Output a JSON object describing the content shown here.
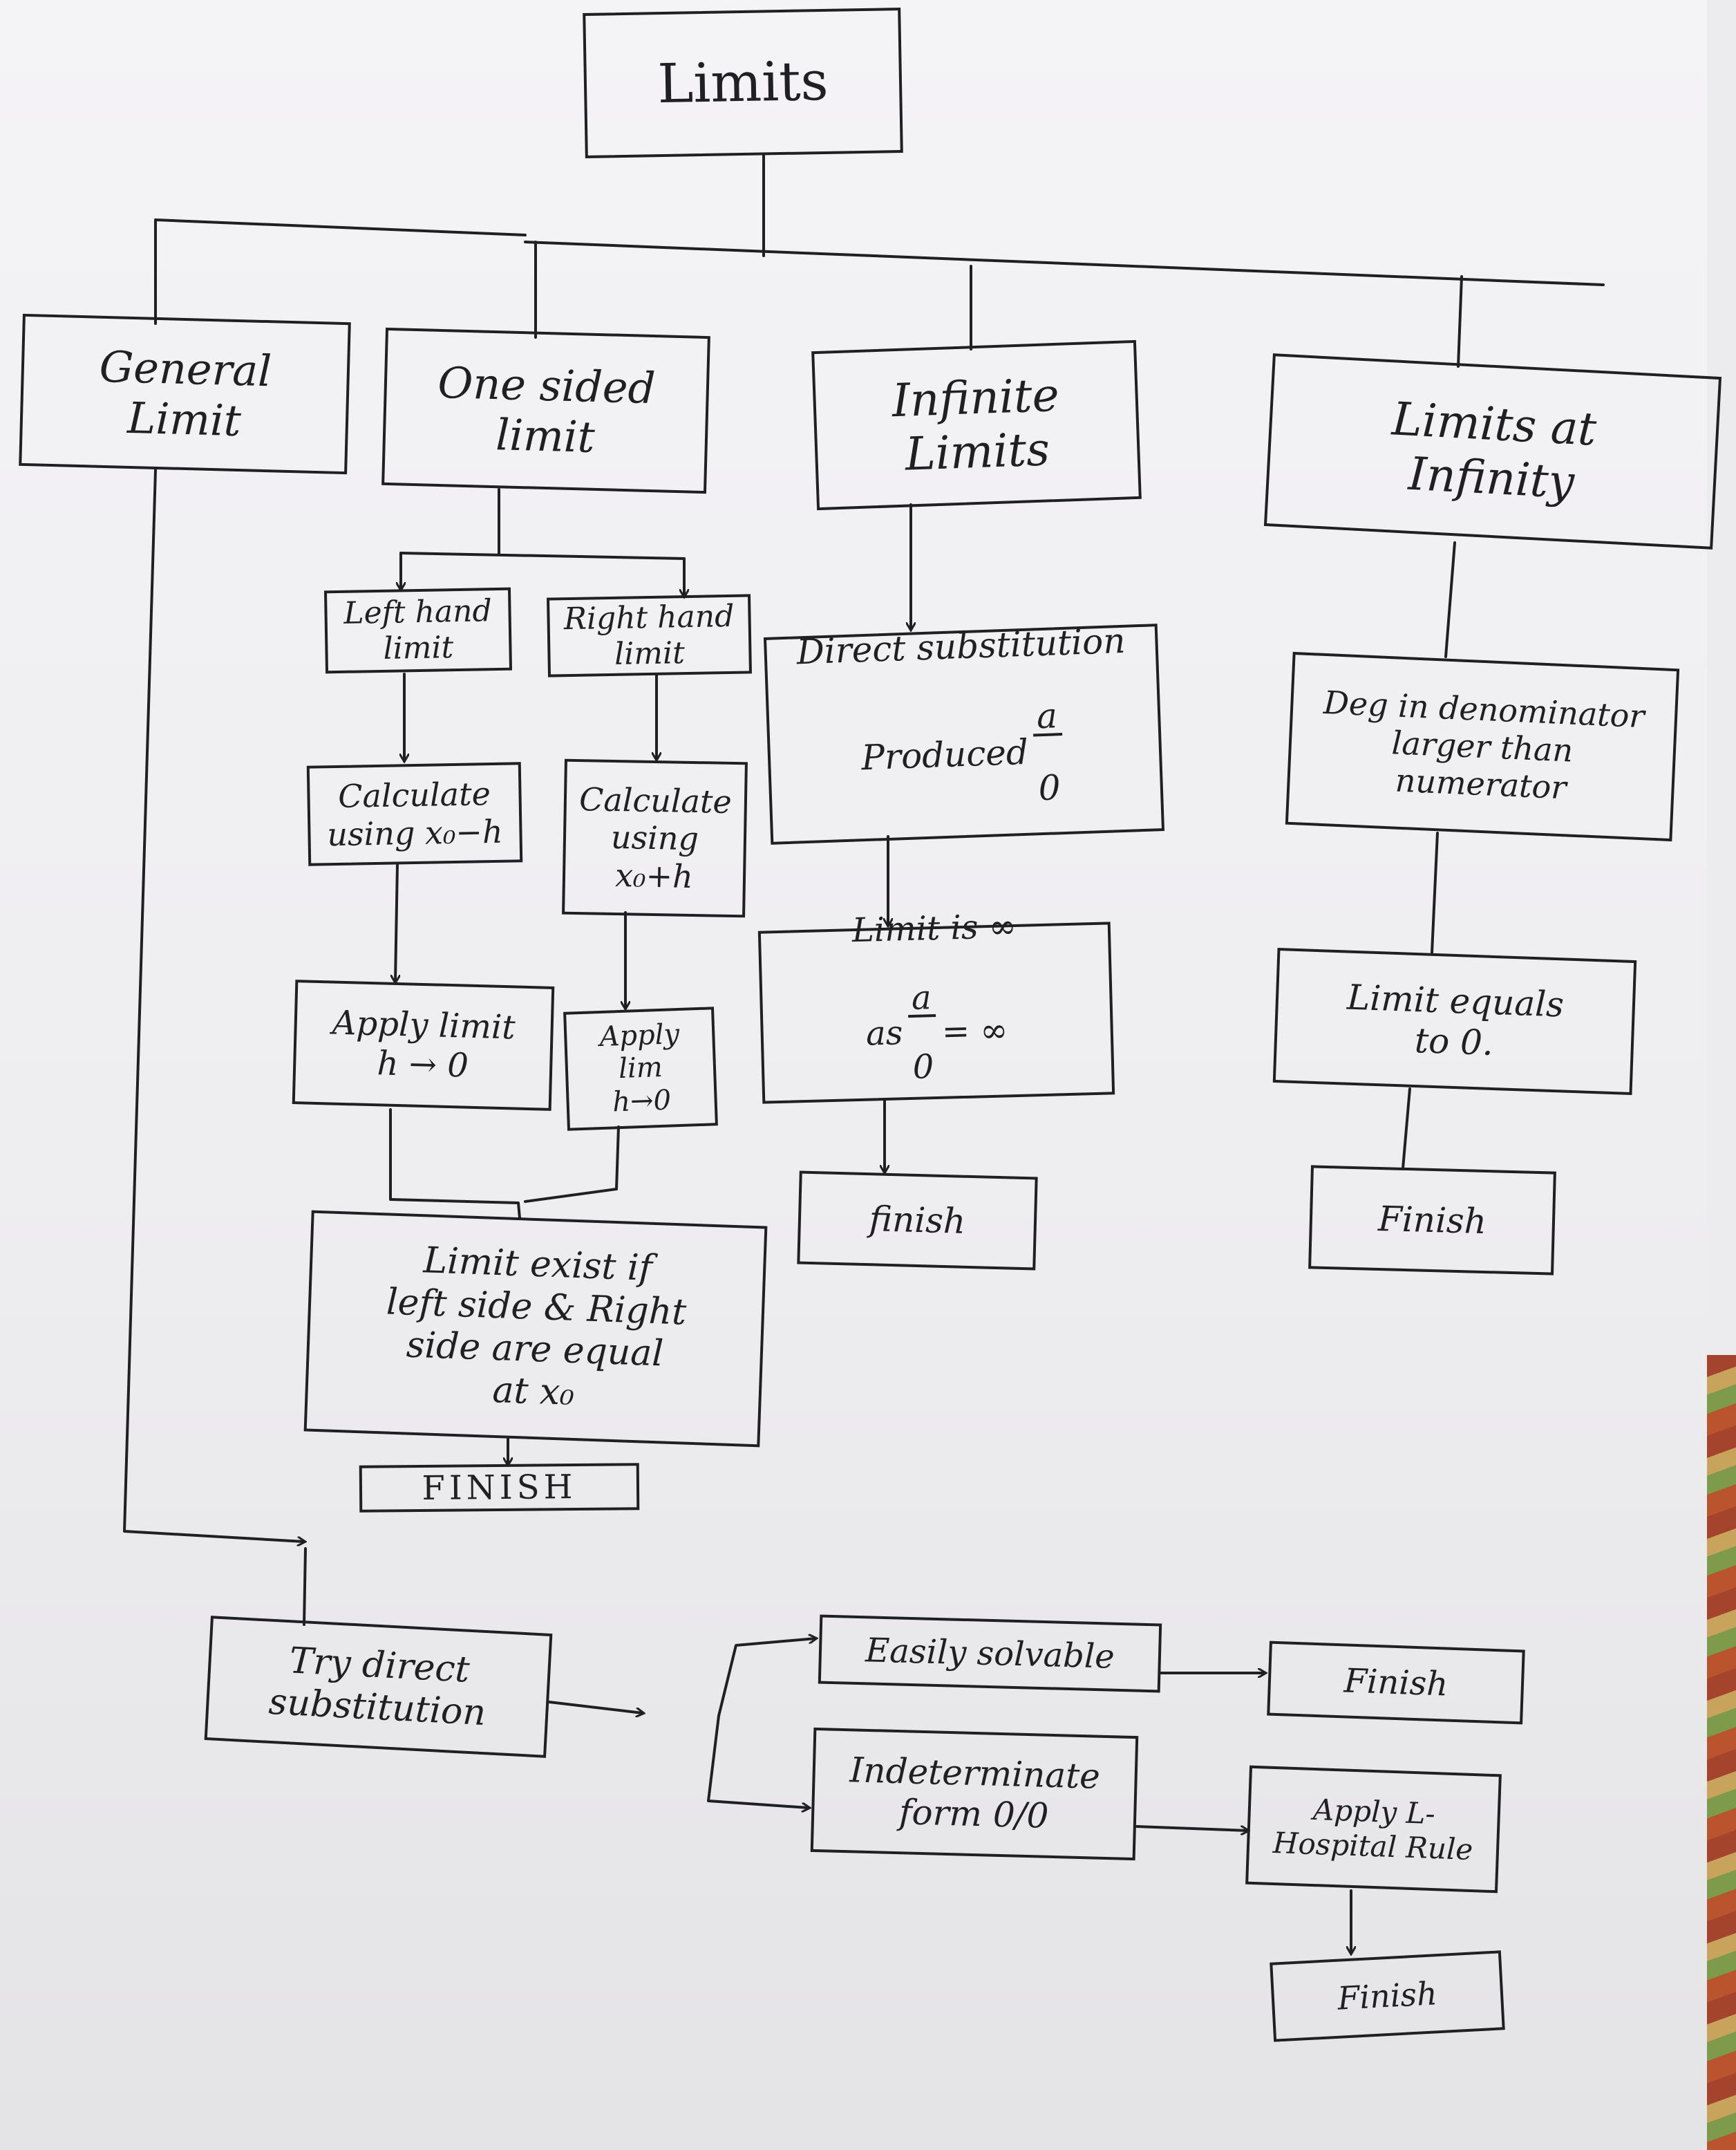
{
  "diagram": {
    "nodes": {
      "root": "Limits",
      "general_limit": "General\nLimit",
      "one_sided_limit": "One sided\nlimit",
      "infinite_limits": "Infinite\nLimits",
      "limits_at_infinity": "Limits at\nInfinity",
      "left_hand_limit": "Left hand\nlimit",
      "right_hand_limit": "Right hand\nlimit",
      "calc_left": "Calculate\nusing x₀−h",
      "calc_right": "Calculate\nusing\nx₀+h",
      "apply_left": "Apply limit\nh → 0",
      "apply_right": "Apply\nlim\nh→0",
      "limit_exist": "Limit exist if\nleft side & Right\nside are equal\nat x₀",
      "finish_one_sided": "FINISH",
      "direct_sub_line": "Direct substitution",
      "direct_sub_produced": "Produced",
      "direct_sub_num": "a",
      "direct_sub_den": "0",
      "limit_inf_line1": "Limit is ∞",
      "limit_inf_as": "as",
      "limit_inf_num": "a",
      "limit_inf_den": "0",
      "limit_inf_rhs": "= ∞",
      "finish_infinite": "finish",
      "deg_denominator": "Deg in denominator larger than\nnumerator",
      "limit_equals_zero": "Limit equals\nto 0.",
      "finish_at_infinity": "Finish",
      "try_direct_sub": "Try direct\nsubstitution",
      "easily_solvable": "Easily solvable",
      "finish_easily": "Finish",
      "indeterminate": "Indeterminate\nform 0/0",
      "lhospital": "Apply L-\nHospital Rule",
      "finish_lhospital": "Finish"
    }
  },
  "colors": {
    "ink": "#1f1f24",
    "paper": "#f1f0f3"
  }
}
